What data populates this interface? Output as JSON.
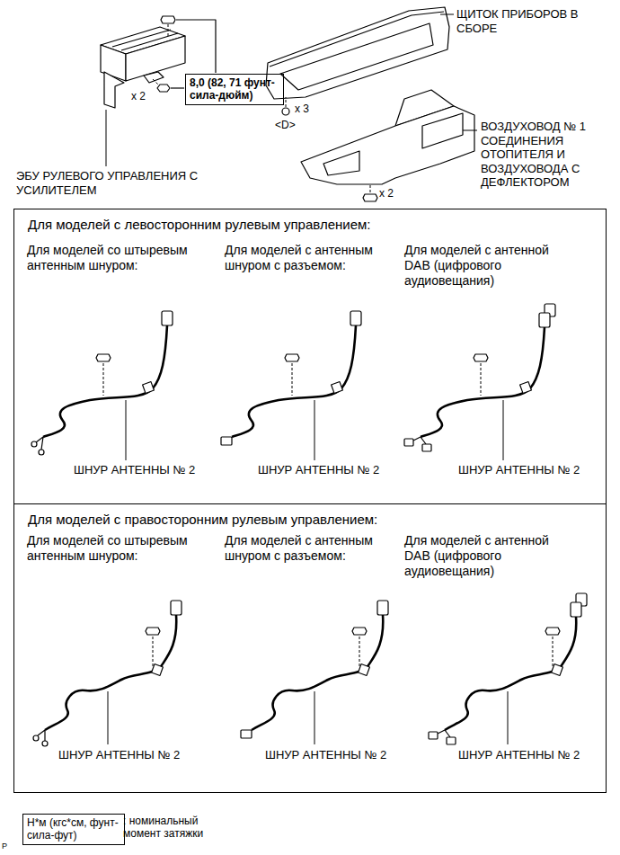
{
  "diagram": {
    "nodes": [
      {
        "text": [
          "8,0 (82, 71 фунт-сила-дюйм)"
        ]
      },
      {
        "text": [
          "Для моделей с левосторонним рулевым управлением:"
        ]
      },
      {
        "text": [
          "Для моделей с правосторонним рулевым управлением:"
        ]
      },
      {
        "text": [
          "Н*м (кгс*см, фунт-сила-фут)"
        ]
      }
    ],
    "labels": [
      "ЩИТОК ПРИБОРОВ В СБОРЕ",
      "x 2",
      "x 3",
      "<D>",
      "ВОЗДУХОВОД № 1 СОЕДИНЕНИЯ ОТОПИТЕЛЯ И ВОЗДУХОВОДА С ДЕФЛЕКТОРОМ",
      "x 2",
      "ЭБУ РУЛЕВОГО УПРАВЛЕНИЯ С УСИЛИТЕЛЕМ",
      "Для моделей со штыревым антенным шнуром:",
      "Для моделей с антенным шнуром с разъемом:",
      "Для моделей с антенной DAB (цифрового аудиовещания)",
      "ШНУР АНТЕННЫ № 2",
      "ШНУР АНТЕННЫ № 2",
      "ШНУР АНТЕННЫ № 2",
      "Для моделей со штыревым антенным шнуром:",
      "Для моделей с антенным шнуром с разъемом:",
      "Для моделей с антенной DAB (цифрового аудиовещания)",
      "ШНУР АНТЕННЫ № 2",
      "ШНУР АНТЕННЫ № 2",
      "ШНУР АНТЕННЫ № 2",
      ": номинальный момент затяжки",
      "P"
    ]
  }
}
